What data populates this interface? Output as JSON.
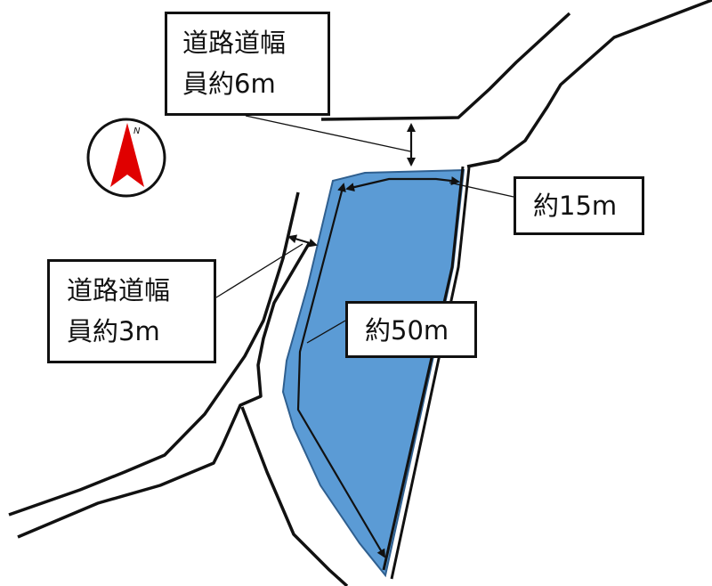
{
  "labels": {
    "road_6m": {
      "line1": "道路道幅",
      "line2": "員約6m"
    },
    "road_3m": {
      "line1": "道路道幅",
      "line2": "員約3m"
    },
    "width_15m": "約15m",
    "length_50m": "約50m"
  },
  "compass": {
    "north_letter": "N",
    "icon": "north-arrow-icon",
    "arrow_color": "#e00000"
  },
  "colors": {
    "site_fill": "#5b9bd5",
    "line": "#111111"
  }
}
